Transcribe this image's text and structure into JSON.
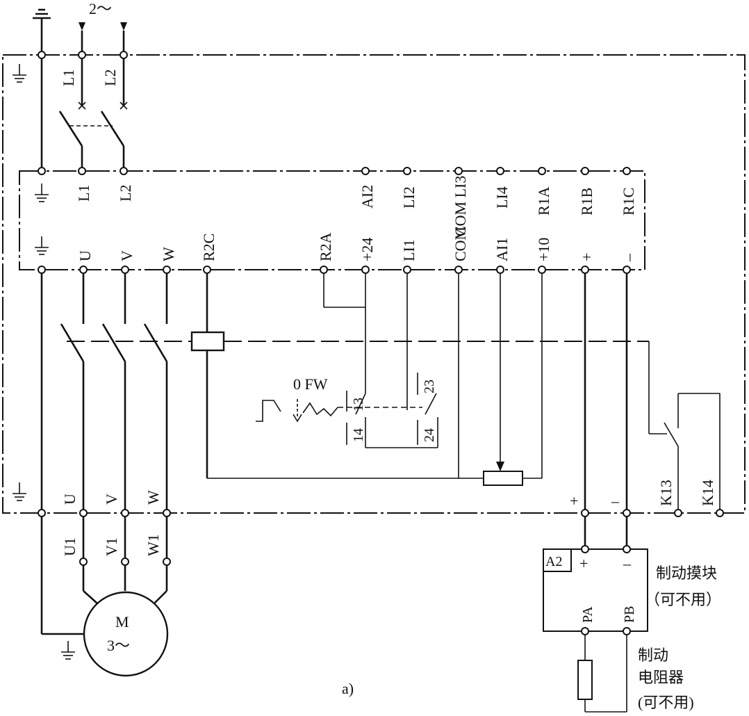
{
  "supply": {
    "phase_label": "2～"
  },
  "top_terminals": {
    "L1": "L1",
    "L2": "L2"
  },
  "drive_upper_labels": [
    "L1",
    "L2",
    "AI2",
    "LI2",
    "COM LI3",
    "LI4",
    "R1A",
    "R1B",
    "R1C"
  ],
  "drive_lower_labels": [
    "U",
    "V",
    "W",
    "R2C",
    "R2A",
    "+24",
    "LI1",
    "COM",
    "AI1",
    "+10",
    "+",
    "–"
  ],
  "bottom_terminals": [
    "U",
    "V",
    "W",
    "+",
    "–",
    "K13",
    "K14"
  ],
  "motor_terminals": [
    "U1",
    "V1",
    "W1"
  ],
  "motor": {
    "line1": "M",
    "line2": "3～"
  },
  "selector": {
    "positions": "0 FW",
    "contact_13": "13",
    "contact_14": "14",
    "contact_23": "23",
    "contact_24": "24"
  },
  "braking_module": {
    "id": "A2",
    "plus": "+",
    "minus": "–",
    "pa": "PA",
    "pb": "PB",
    "label_line1": "制动摸块",
    "label_line2": "（可不用）"
  },
  "braking_resistor": {
    "label_line1": "制动",
    "label_line2": "电阻器",
    "label_line3": "(可不用)"
  },
  "caption": "a)"
}
